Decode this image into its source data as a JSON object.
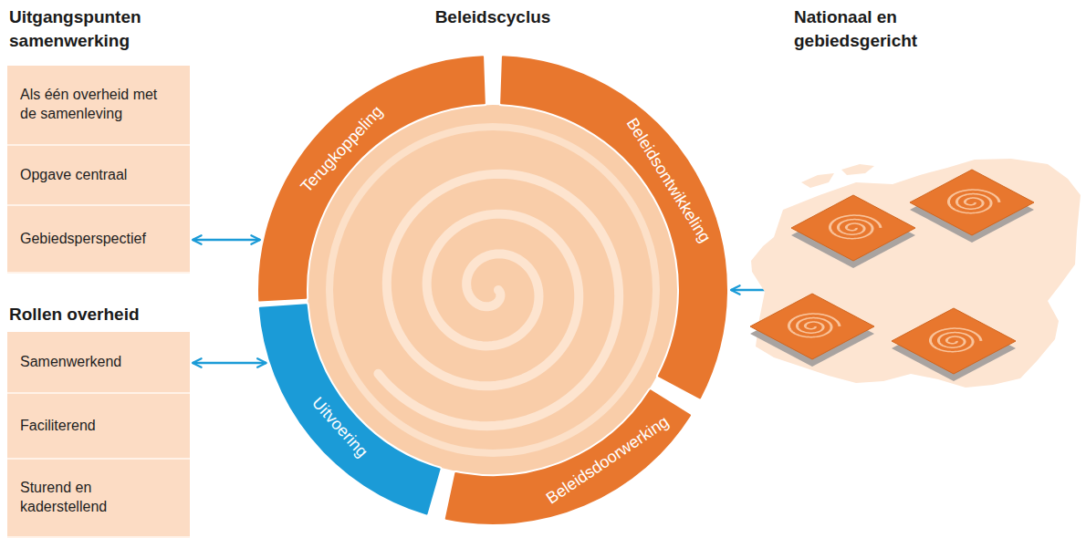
{
  "diagram": {
    "nodes": [
      {
        "text": [
          "Als één overheid met de samenleving"
        ]
      },
      {
        "text": [
          "Opgave centraal"
        ]
      },
      {
        "text": [
          "Gebiedsperspectief"
        ]
      },
      {
        "text": [
          "Samenwerkend"
        ]
      },
      {
        "text": [
          "Faciliterend"
        ]
      },
      {
        "text": [
          "Sturend en kaderstellend"
        ]
      },
      {
        "text": [
          "Beleidscyclus"
        ]
      },
      {
        "text": [
          "Terugkoppeling"
        ],
        "in": 6
      },
      {
        "text": [
          "Beleidsontwikkeling"
        ],
        "in": 6
      },
      {
        "text": [
          "Beleidsdoorwerking"
        ],
        "in": 6
      },
      {
        "text": [
          "Uitvoering"
        ],
        "in": 6
      },
      {
        "text": [
          "Nationaal en gebiedsgericht"
        ]
      }
    ],
    "edges": [
      {
        "from": 2,
        "to": 6,
        "arrow": "both"
      },
      {
        "from": 3,
        "to": 6,
        "arrow": "both"
      },
      {
        "from": 6,
        "to": 11,
        "arrow": "both"
      }
    ],
    "labels": [
      "Uitgangspunten samenwerking",
      "Rollen overheid"
    ]
  }
}
